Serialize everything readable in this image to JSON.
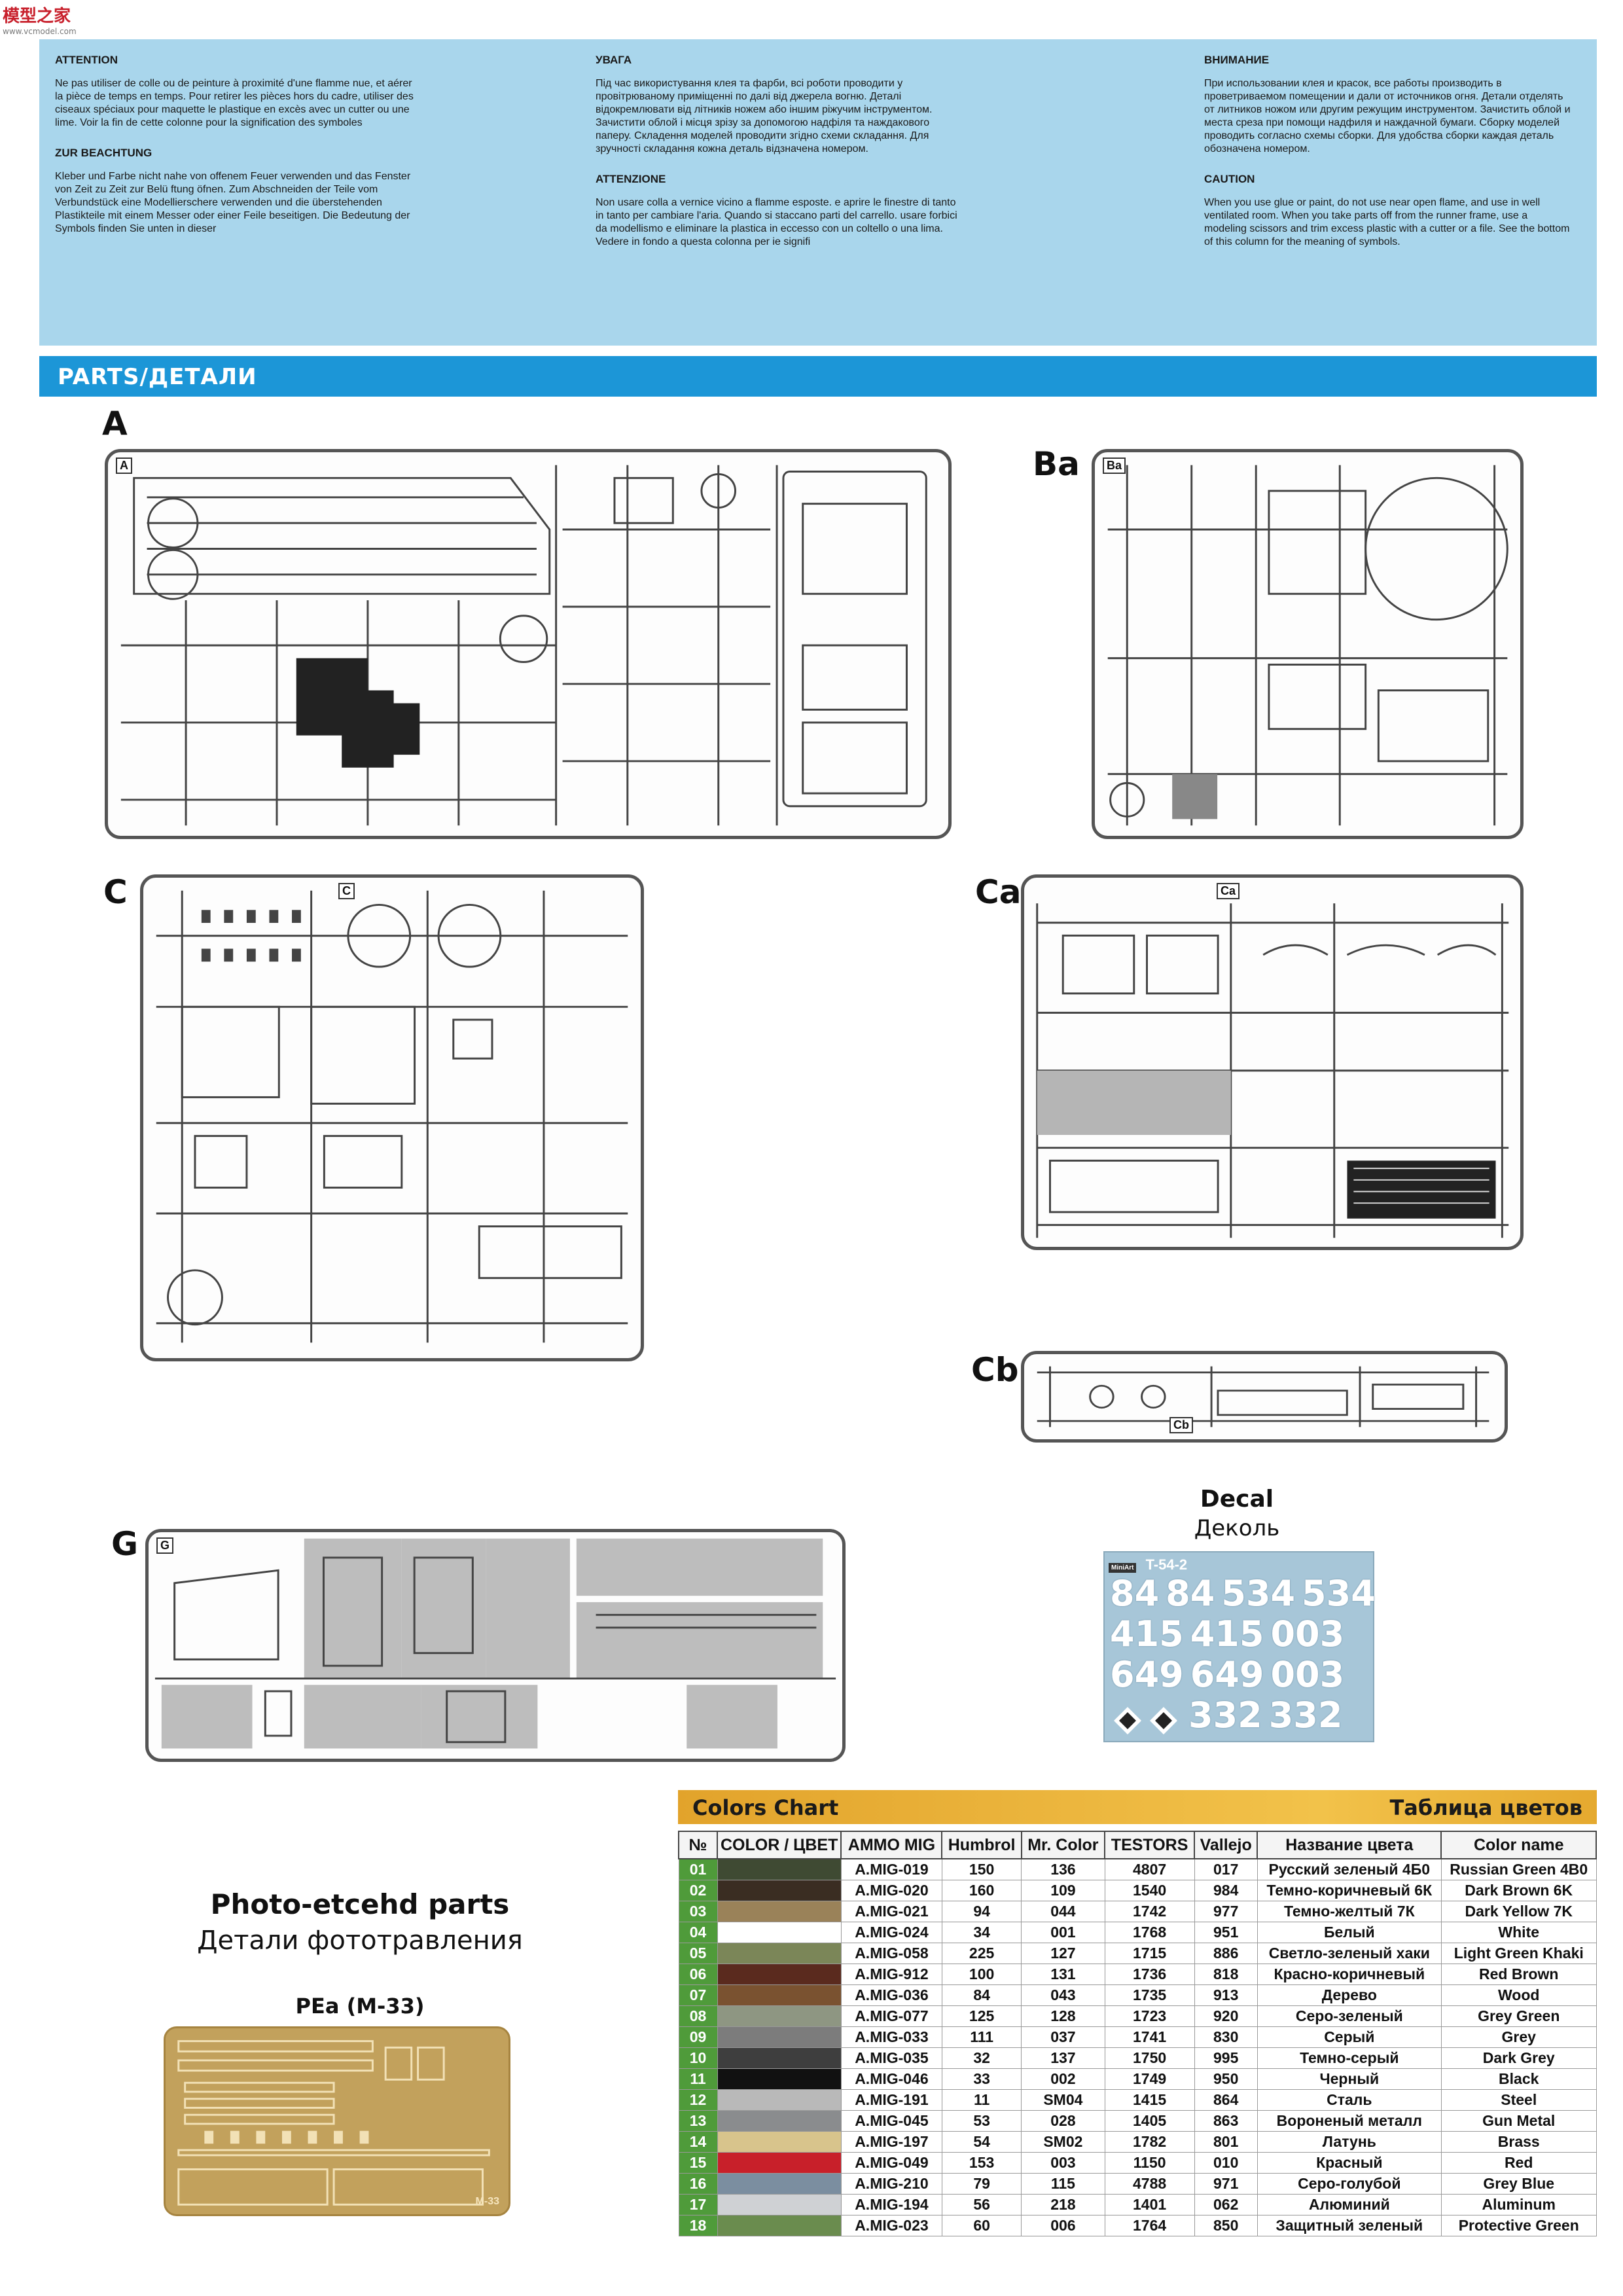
{
  "watermark": {
    "brand": "模型之家",
    "sub": "www.vcmodel.com"
  },
  "warnings": {
    "col1": [
      {
        "heading": "ATTENTION",
        "text": "Ne pas utiliser de colle ou de peinture à proximité d'une flamme nue, et aérer la pièce de temps en temps. Pour retirer les pièces hors du cadre, utiliser des ciseaux spéciaux pour maquette le plastique en excès avec un cutter ou une lime. Voir la fin de cette colonne pour la signification des symboles"
      },
      {
        "heading": "ZUR BEACHTUNG",
        "text": "Kleber und Farbe nicht nahe von offenem Feuer verwenden und das Fenster von Zeit zu Zeit zur Belü ftung öfnen. Zum Abschneiden der Teile vom Verbundstück eine Modellierschere verwenden und die überstehenden Plastikteile mit einem Messer oder einer Feile beseitigen. Die Bedeutung der Symbols finden Sie unten in dieser"
      }
    ],
    "col2": [
      {
        "heading": "УВАГА",
        "text": "Під час використування клея та фарби, всі роботи проводити у провітрюваному приміщенні по далі від джерела вогню. Деталі відокремлювати від літників ножем або іншим ріжучим інструментом. Зачистити облой і місця зрізу за допомогою надфіля та наждакового паперу. Складення моделей проводити згідно схеми складання. Для зручності складання кожна деталь відзначена номером."
      },
      {
        "heading": "ATTENZIONE",
        "text": "Non usare colla a vernice vicino a flamme esposte. e aprire le finestre di tanto in tanto per cambiare l'aria. Quando si staccano parti del carrello. usare forbici da modellismo e eliminare la plastica in eccesso con un coltello o una lima. Vedere in fondo a questa colonna per ie signifi"
      }
    ],
    "col3": [
      {
        "heading": "ВНИМАНИЕ",
        "text": "При использовании клея и красок, все работы производить в проветриваемом помещении и дали от источников огня. Детали отделять от литников ножом или другим режущим инструментом. Зачистить облой и места среза при помощи надфиля и наждачной бумаги. Сборку моделей проводить согласно схемы сборки. Для удобства сборки каждая деталь обозначена номером."
      },
      {
        "heading": "CAUTION",
        "text": "When you use glue or paint, do not use near open flame, and use in well ventilated room. When you take parts off from the runner frame, use a modeling scissors and trim excess plastic with a cutter or a file. See the bottom of this column for the meaning of symbols."
      }
    ]
  },
  "parts_bar": "PARTS/ДЕТАЛИ",
  "sprues": {
    "A": {
      "label": "A",
      "tag": "A"
    },
    "Ba": {
      "label": "Ba",
      "tag": "Ba"
    },
    "C": {
      "label": "C",
      "tag": "C"
    },
    "Ca": {
      "label": "Ca",
      "tag": "Ca"
    },
    "Cb": {
      "label": "Cb",
      "tag": "Cb"
    },
    "G": {
      "label": "G",
      "tag": "G"
    }
  },
  "decal": {
    "title_en": "Decal",
    "title_ru": "Деколь",
    "header": "T-54-2",
    "logo": "MiniArt",
    "rows": [
      [
        "84",
        "84",
        "534",
        "534"
      ],
      [
        "415",
        "415",
        "003"
      ],
      [
        "649",
        "649",
        "003"
      ],
      [
        "332",
        "332"
      ]
    ]
  },
  "photo_etch": {
    "title_en": "Photo-etcehd parts",
    "title_ru": "Детали фототравления",
    "sheet_name": "PEa (M-33)",
    "sheet_mark": "M-33"
  },
  "colors_chart": {
    "title_en": "Colors Chart",
    "title_ru": "Таблица цветов",
    "headers": [
      "№",
      "COLOR / ЦВЕТ",
      "AMMO MIG",
      "Humbrol",
      "Mr. Color",
      "TESTORS",
      "Vallejo",
      "Название цвета",
      "Color name"
    ],
    "rows": [
      {
        "n": "01",
        "swatch": "#3f4a33",
        "ammo": "A.MIG-019",
        "humbrol": "150",
        "mrcolor": "136",
        "testors": "4807",
        "vallejo": "017",
        "ru": "Русский зеленый 4Б0",
        "en": "Russian Green 4B0"
      },
      {
        "n": "02",
        "swatch": "#3a2d22",
        "ammo": "A.MIG-020",
        "humbrol": "160",
        "mrcolor": "109",
        "testors": "1540",
        "vallejo": "984",
        "ru": "Темно-коричневый 6К",
        "en": "Dark Brown 6K"
      },
      {
        "n": "03",
        "swatch": "#9a8259",
        "ammo": "A.MIG-021",
        "humbrol": "94",
        "mrcolor": "044",
        "testors": "1742",
        "vallejo": "977",
        "ru": "Темно-желтый 7К",
        "en": "Dark Yellow 7K"
      },
      {
        "n": "04",
        "swatch": "#ffffff",
        "ammo": "A.MIG-024",
        "humbrol": "34",
        "mrcolor": "001",
        "testors": "1768",
        "vallejo": "951",
        "ru": "Белый",
        "en": "White"
      },
      {
        "n": "05",
        "swatch": "#7b8658",
        "ammo": "A.MIG-058",
        "humbrol": "225",
        "mrcolor": "127",
        "testors": "1715",
        "vallejo": "886",
        "ru": "Светло-зеленый хаки",
        "en": "Light Green Khaki"
      },
      {
        "n": "06",
        "swatch": "#5a2a1e",
        "ammo": "A.MIG-912",
        "humbrol": "100",
        "mrcolor": "131",
        "testors": "1736",
        "vallejo": "818",
        "ru": "Красно-коричневый",
        "en": "Red Brown"
      },
      {
        "n": "07",
        "swatch": "#7a5230",
        "ammo": "A.MIG-036",
        "humbrol": "84",
        "mrcolor": "043",
        "testors": "1735",
        "vallejo": "913",
        "ru": "Дерево",
        "en": "Wood"
      },
      {
        "n": "08",
        "swatch": "#8e9682",
        "ammo": "A.MIG-077",
        "humbrol": "125",
        "mrcolor": "128",
        "testors": "1723",
        "vallejo": "920",
        "ru": "Серо-зеленый",
        "en": "Grey Green"
      },
      {
        "n": "09",
        "swatch": "#7c7c7c",
        "ammo": "A.MIG-033",
        "humbrol": "111",
        "mrcolor": "037",
        "testors": "1741",
        "vallejo": "830",
        "ru": "Серый",
        "en": "Grey"
      },
      {
        "n": "10",
        "swatch": "#3e3e3e",
        "ammo": "A.MIG-035",
        "humbrol": "32",
        "mrcolor": "137",
        "testors": "1750",
        "vallejo": "995",
        "ru": "Темно-серый",
        "en": "Dark Grey"
      },
      {
        "n": "11",
        "swatch": "#111111",
        "ammo": "A.MIG-046",
        "humbrol": "33",
        "mrcolor": "002",
        "testors": "1749",
        "vallejo": "950",
        "ru": "Черный",
        "en": "Black"
      },
      {
        "n": "12",
        "swatch": "#b9b9b9",
        "ammo": "A.MIG-191",
        "humbrol": "11",
        "mrcolor": "SM04",
        "testors": "1415",
        "vallejo": "864",
        "ru": "Сталь",
        "en": "Steel"
      },
      {
        "n": "13",
        "swatch": "#8a8c8e",
        "ammo": "A.MIG-045",
        "humbrol": "53",
        "mrcolor": "028",
        "testors": "1405",
        "vallejo": "863",
        "ru": "Вороненый металл",
        "en": "Gun Metal"
      },
      {
        "n": "14",
        "swatch": "#d8c48c",
        "ammo": "A.MIG-197",
        "humbrol": "54",
        "mrcolor": "SM02",
        "testors": "1782",
        "vallejo": "801",
        "ru": "Латунь",
        "en": "Brass"
      },
      {
        "n": "15",
        "swatch": "#c8202a",
        "ammo": "A.MIG-049",
        "humbrol": "153",
        "mrcolor": "003",
        "testors": "1150",
        "vallejo": "010",
        "ru": "Красный",
        "en": "Red"
      },
      {
        "n": "16",
        "swatch": "#7b8ea0",
        "ammo": "A.MIG-210",
        "humbrol": "79",
        "mrcolor": "115",
        "testors": "4788",
        "vallejo": "971",
        "ru": "Серо-голубой",
        "en": "Grey Blue"
      },
      {
        "n": "17",
        "swatch": "#cfd1d4",
        "ammo": "A.MIG-194",
        "humbrol": "56",
        "mrcolor": "218",
        "testors": "1401",
        "vallejo": "062",
        "ru": "Алюминий",
        "en": "Aluminum"
      },
      {
        "n": "18",
        "swatch": "#6a8c4e",
        "ammo": "A.MIG-023",
        "humbrol": "60",
        "mrcolor": "006",
        "testors": "1764",
        "vallejo": "850",
        "ru": "Защитный зеленый",
        "en": "Protective Green"
      }
    ]
  }
}
